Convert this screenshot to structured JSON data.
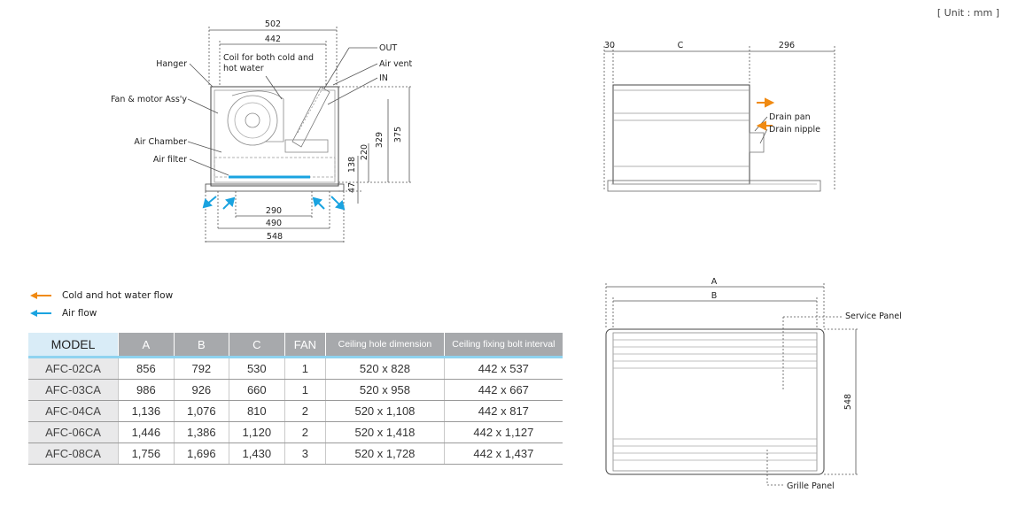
{
  "unit_label": "[ Unit : mm ]",
  "front_view": {
    "dims": {
      "d502": "502",
      "d442": "442",
      "d290": "290",
      "d490": "490",
      "d548": "548",
      "d375": "375",
      "d329": "329",
      "d220": "220",
      "d138": "138",
      "d47": "47"
    },
    "labels": {
      "hanger": "Hanger",
      "coil": "Coil for both cold and",
      "coil2": "hot water",
      "fan": "Fan & motor Ass'y",
      "chamber": "Air Chamber",
      "filter": "Air filter",
      "out": "OUT",
      "vent": "Air vent",
      "in": "IN"
    }
  },
  "side_view": {
    "dims": {
      "d30": "30",
      "dC": "C",
      "d296": "296"
    },
    "labels": {
      "drain_pan": "Drain pan",
      "drain_nipple": "Drain nipple"
    }
  },
  "top_view": {
    "dims": {
      "dA": "A",
      "dB": "B",
      "d548": "548"
    },
    "labels": {
      "service": "Service Panel",
      "grille": "Grille Panel"
    }
  },
  "legend": {
    "water": "Cold and hot water flow",
    "air": "Air flow",
    "water_color": "#f08a12",
    "air_color": "#1aa3e0"
  },
  "table": {
    "headers": [
      "MODEL",
      "A",
      "B",
      "C",
      "FAN",
      "Ceiling hole dimension",
      "Ceiling fixing bolt interval"
    ],
    "rows": [
      [
        "AFC-02CA",
        "856",
        "792",
        "530",
        "1",
        "520 x 828",
        "442 x 537"
      ],
      [
        "AFC-03CA",
        "986",
        "926",
        "660",
        "1",
        "520 x 958",
        "442 x 667"
      ],
      [
        "AFC-04CA",
        "1,136",
        "1,076",
        "810",
        "2",
        "520 x 1,108",
        "442 x 817"
      ],
      [
        "AFC-06CA",
        "1,446",
        "1,386",
        "1,120",
        "2",
        "520 x 1,418",
        "442 x 1,127"
      ],
      [
        "AFC-08CA",
        "1,756",
        "1,696",
        "1,430",
        "3",
        "520 x 1,728",
        "442 x 1,437"
      ]
    ]
  }
}
